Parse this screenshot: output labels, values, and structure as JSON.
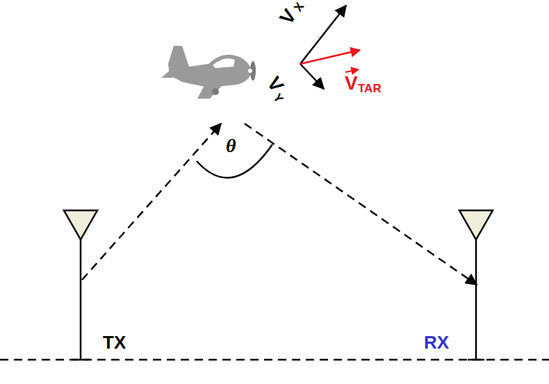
{
  "diagram": {
    "labels": [
      "V",
      "X",
      "V",
      "Y",
      "V",
      "TAR",
      "θ",
      "TX",
      "RX"
    ]
  }
}
